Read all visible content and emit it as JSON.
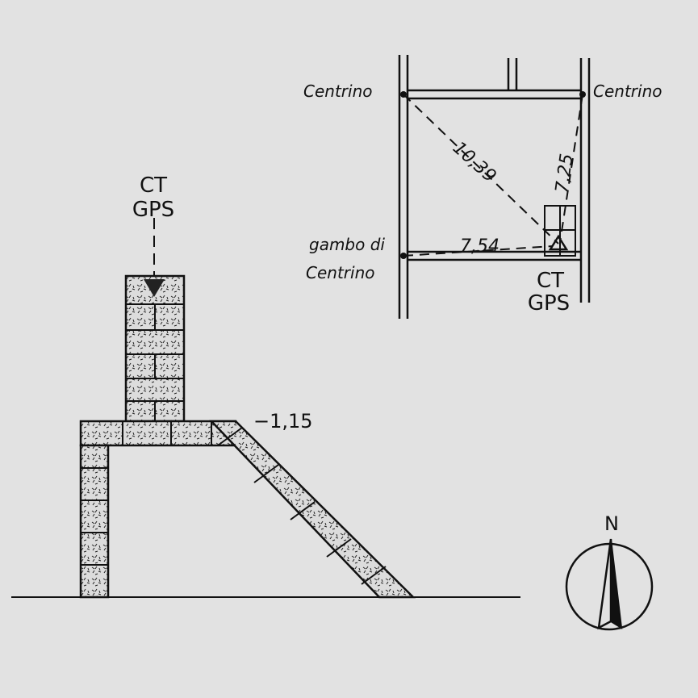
{
  "elevation": {
    "marker_label_line1": "CT",
    "marker_label_line2": "GPS",
    "level_value": "−1,15"
  },
  "plan": {
    "corner_top_left": "Centrino",
    "corner_top_right": "Centrino",
    "corner_bottom_left_line1": "gambo di",
    "corner_bottom_left_line2": "Centrino",
    "dist_diagonal": "10,39",
    "dist_right": "7,25",
    "dist_bottom": "7,54",
    "marker_label_line1": "CT",
    "marker_label_line2": "GPS"
  },
  "compass": {
    "north_label": "N"
  }
}
